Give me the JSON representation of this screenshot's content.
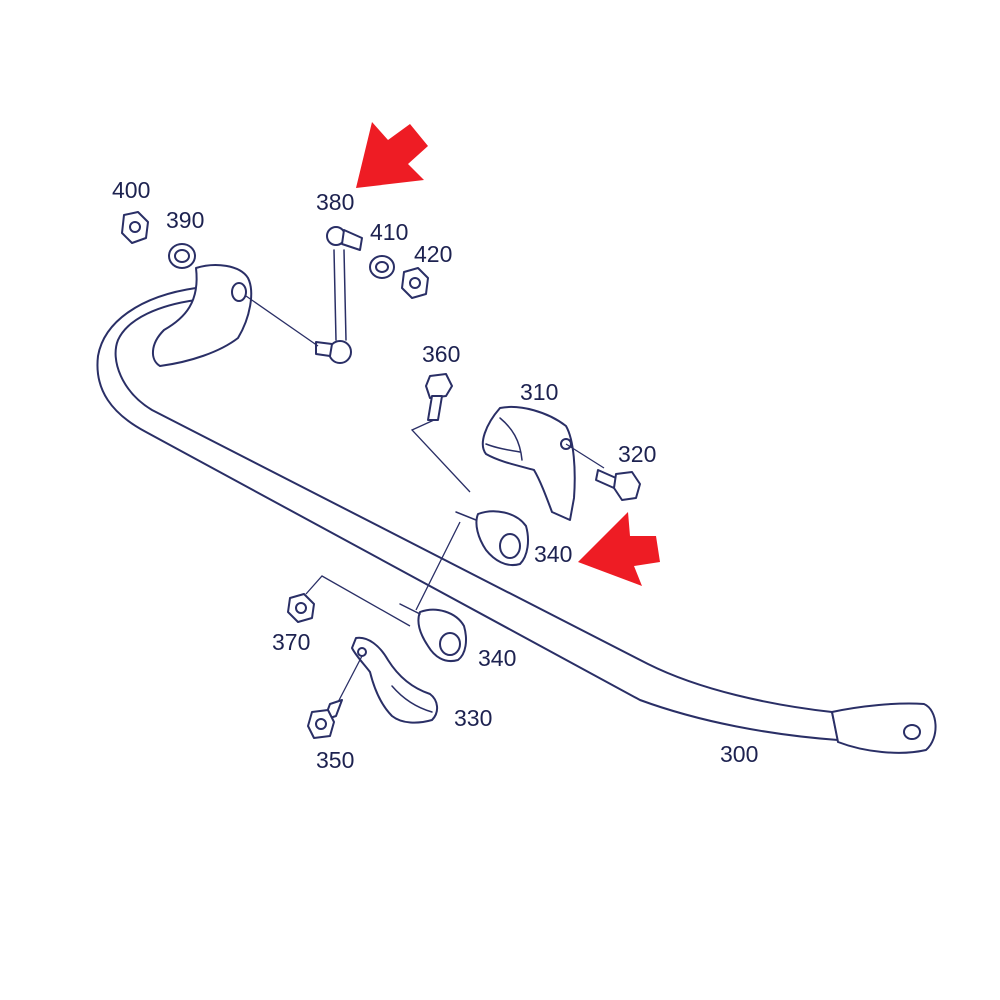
{
  "labels": {
    "p300": "300",
    "p310": "310",
    "p320": "320",
    "p330": "330",
    "p340a": "340",
    "p340b": "340",
    "p350": "350",
    "p360": "360",
    "p370": "370",
    "p380": "380",
    "p390": "390",
    "p400": "400",
    "p410": "410",
    "p420": "420"
  },
  "colors": {
    "line": "#2a2f66",
    "highlight_arrow": "#ee1c24",
    "background": "#ffffff"
  },
  "highlighted_parts": [
    "380",
    "340"
  ]
}
